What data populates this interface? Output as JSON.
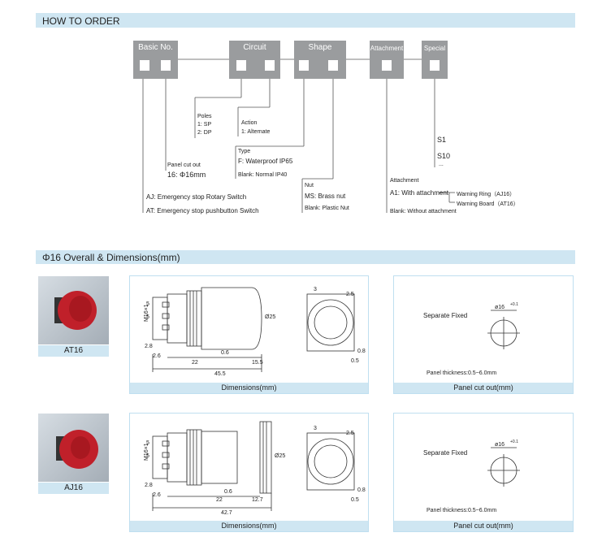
{
  "order": {
    "heading": "HOW TO ORDER",
    "categories": {
      "basic": "Basic No.",
      "circuit": "Circuit",
      "shape": "Shape",
      "attachment": "Attachment",
      "special": "Special"
    },
    "poles": {
      "title": "Poles",
      "opt1": "1: SP",
      "opt2": "2: DP"
    },
    "action": {
      "title": "Action",
      "opt1": "1: Alternate"
    },
    "panel": {
      "title": "Panel cut out",
      "value": "16: Φ16mm"
    },
    "basic_opts": {
      "aj": "AJ: Emergency stop Rotary Switch",
      "at": "AT: Emergency stop pushbutton Switch"
    },
    "type": {
      "title": "Type",
      "opt1": "F: Waterproof  IP65",
      "opt2": "Blank:  Normal  IP40"
    },
    "nut": {
      "title": "Nut",
      "opt1": "MS: Brass nut",
      "opt2": "Blank:  Plastic Nut"
    },
    "attach": {
      "title": "Attachment",
      "opt1": "A1: With attachment",
      "ring": "Warning Ring（AJ16）",
      "board": "Warning Board（AT16）",
      "blank": "Blank:  Without attachment"
    },
    "special": {
      "s1": "S1",
      "s10": "S10",
      "more": "..."
    }
  },
  "dims": {
    "heading": "Φ16   Overall & Dimensions(mm)",
    "products": [
      {
        "model": "AT16",
        "dim_caption": "Dimensions(mm)",
        "cut_caption": "Panel cut out(mm)",
        "labels": {
          "m": "M16×1",
          "d": "Ø25",
          "a": "5",
          "b": "5",
          "c": "2.8",
          "e": "2.6",
          "f": "0.6",
          "g": "22",
          "h": "15.5",
          "total": "45.5",
          "t3": "3",
          "t25": "2.5",
          "t05": "0.5",
          "t08": "0.8"
        },
        "separate": "Separate Fixed",
        "hole": "ø16",
        "tol": "+0.1",
        "thickness": "Panel thickness:0.5~6.0mm"
      },
      {
        "model": "AJ16",
        "dim_caption": "Dimensions(mm)",
        "cut_caption": "Panel cut out(mm)",
        "labels": {
          "m": "M16×1",
          "d": "Ø25",
          "a": "5",
          "b": "5",
          "c": "2.8",
          "e": "2.6",
          "f": "0.6",
          "g": "22",
          "h": "12.7",
          "total": "42.7",
          "t3": "3",
          "t25": "2.5",
          "t05": "0.5",
          "t08": "0.8"
        },
        "separate": "Separate Fixed",
        "hole": "ø16",
        "tol": "+0.1",
        "thickness": "Panel thickness:0.5~6.0mm"
      }
    ]
  },
  "colors": {
    "bar": "#cfe6f2",
    "box": "#9a9c9e",
    "button_red": "#c0202a"
  }
}
